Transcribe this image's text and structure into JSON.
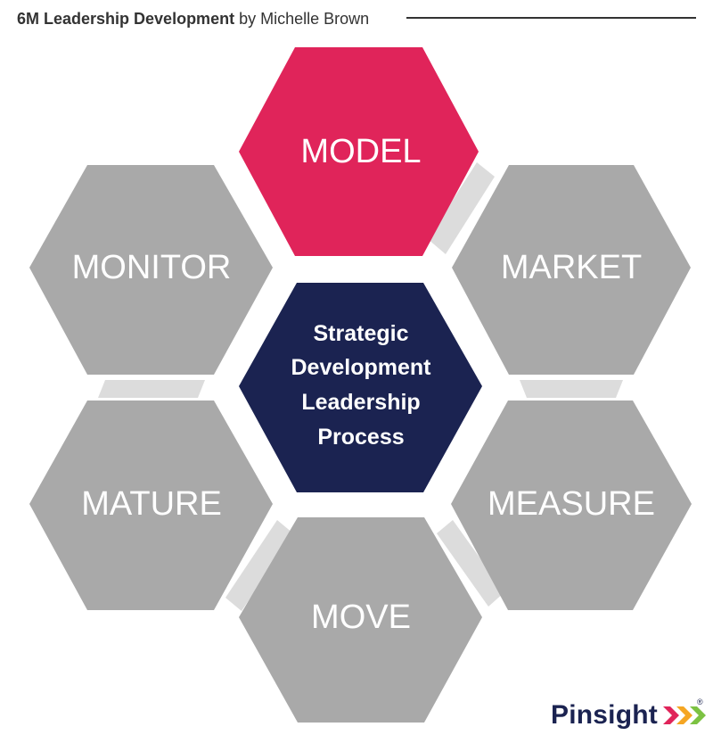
{
  "header": {
    "title": "6M Leadership Development",
    "author": "by Michelle Brown"
  },
  "center": {
    "lines": [
      "Strategic",
      "Development",
      "Leadership",
      "Process"
    ],
    "color": "#1b2351"
  },
  "hexagons": [
    {
      "id": "model",
      "label": "MODEL",
      "color": "#e0245a"
    },
    {
      "id": "market",
      "label": "MARKET",
      "color": "#a9a9a9"
    },
    {
      "id": "measure",
      "label": "MEASURE",
      "color": "#a9a9a9"
    },
    {
      "id": "move",
      "label": "MOVE",
      "color": "#a9a9a9"
    },
    {
      "id": "mature",
      "label": "MATURE",
      "color": "#a9a9a9"
    },
    {
      "id": "monitor",
      "label": "MONITOR",
      "color": "#a9a9a9"
    }
  ],
  "connector_color": "#dcdcdc",
  "logo": {
    "text": "Pinsight",
    "mark": "»»",
    "registered": "®",
    "chevron_colors": [
      "#e0245a",
      "#f5a623",
      "#7cc242"
    ]
  }
}
